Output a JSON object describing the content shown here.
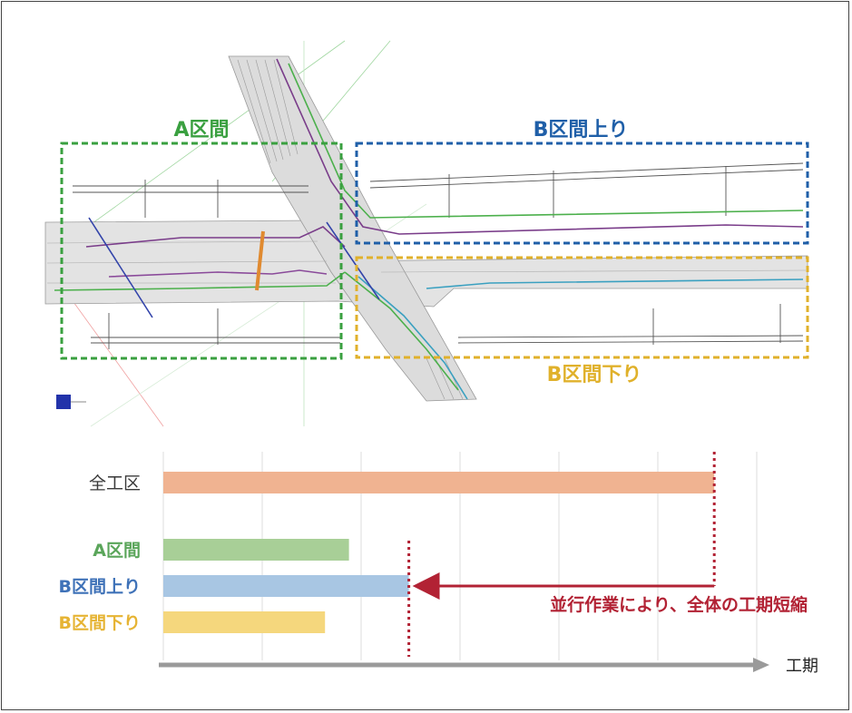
{
  "plan": {
    "zone_a": {
      "label": "A区間",
      "color": "#3aa040"
    },
    "zone_b_up": {
      "label": "B区間上り",
      "color": "#1f5fa8"
    },
    "zone_b_down": {
      "label": "B区間下り",
      "color": "#e0b12b"
    }
  },
  "chart_data": {
    "type": "bar",
    "orientation": "horizontal",
    "categories": [
      "全工区",
      "A区間",
      "B区間上り",
      "B区間下り"
    ],
    "values": [
      0.92,
      0.31,
      0.41,
      0.27
    ],
    "category_colors": [
      "#3a3a3a",
      "#5aa55a",
      "#3f72b8",
      "#e6b434"
    ],
    "bar_colors": [
      "#f0b391",
      "#a8cf97",
      "#a8c6e3",
      "#f5d77d"
    ],
    "xlabel": "工期",
    "xlim": [
      0,
      1
    ],
    "grid": true,
    "annotation": {
      "text": "並行作業により、全体の工期短縮",
      "color": "#b22234"
    }
  }
}
